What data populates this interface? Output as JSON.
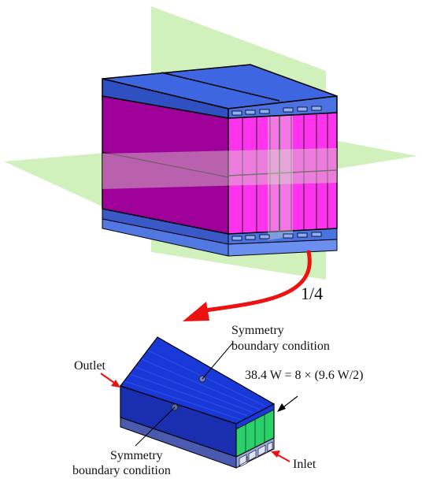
{
  "labels": {
    "fraction": "1/4",
    "symmetry_top_line1": "Symmetry",
    "symmetry_top_line2": "boundary condition",
    "symmetry_bottom_line1": "Symmetry",
    "symmetry_bottom_line2": "boundary condition",
    "power_equation": "38.4 W =  8 × (9.6 W/2)",
    "outlet": "Outlet",
    "inlet": "Inlet"
  },
  "colors": {
    "cell_magenta": "#ff33ee",
    "cell_dark_magenta": "#a0009a",
    "plate_blue": "#3d66e0",
    "plane_green": "#c8efb0",
    "quarter_blue": "#1830c8",
    "quarter_green": "#2cd06a",
    "arrow_red": "#ee1111"
  }
}
